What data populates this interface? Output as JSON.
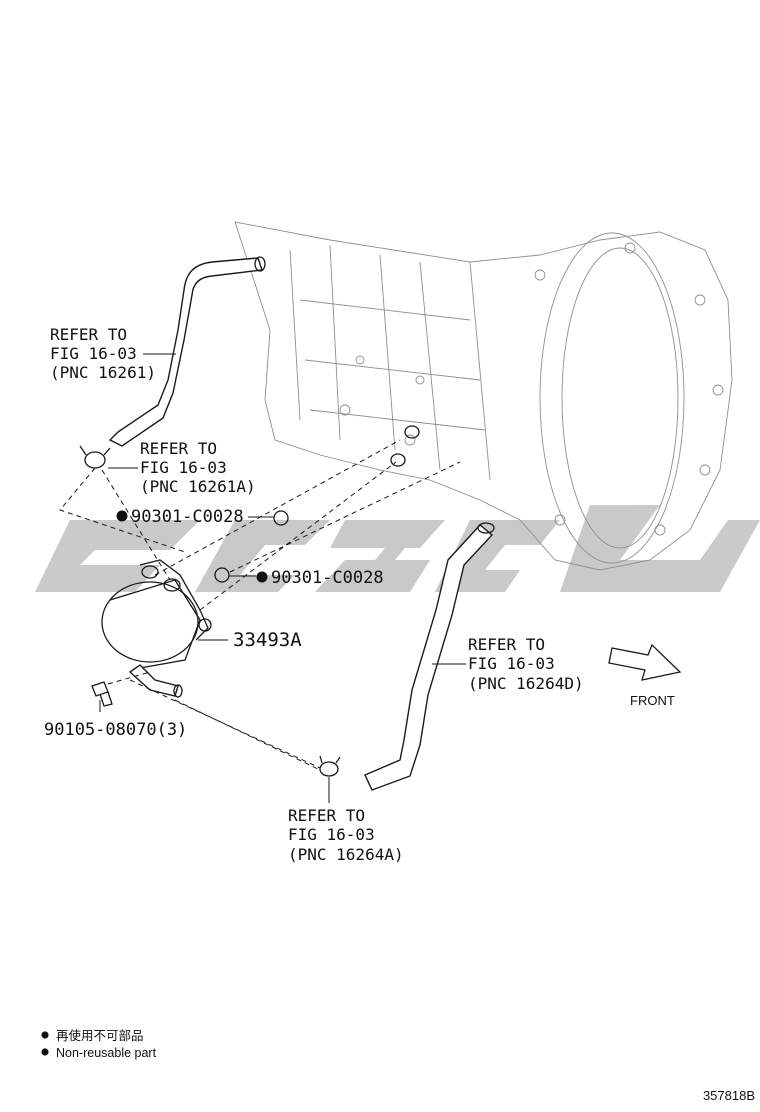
{
  "callouts": {
    "hose_upper": [
      "REFER TO",
      "FIG 16-03",
      "(PNC 16261)"
    ],
    "clamp_upper": [
      "REFER TO",
      "FIG 16-03",
      "(PNC 16261A)"
    ],
    "hose_right": [
      "REFER TO",
      "FIG 16-03",
      "(PNC 16264D)"
    ],
    "clamp_lower": [
      "REFER TO",
      "FIG 16-03",
      "(PNC 16264A)"
    ]
  },
  "parts": {
    "oring_upper": "90301-C0028",
    "oring_lower": "90301-C0028",
    "cooler": "33493A",
    "bolt": "90105-08070(3)"
  },
  "direction_label": "FRONT",
  "legend": {
    "line_jp": "再使用不可部品",
    "line_en": "Non-reusable part"
  },
  "figure_id": "357818B",
  "colors": {
    "line": "#1a1a1a",
    "watermark": "#c4c4c4"
  }
}
